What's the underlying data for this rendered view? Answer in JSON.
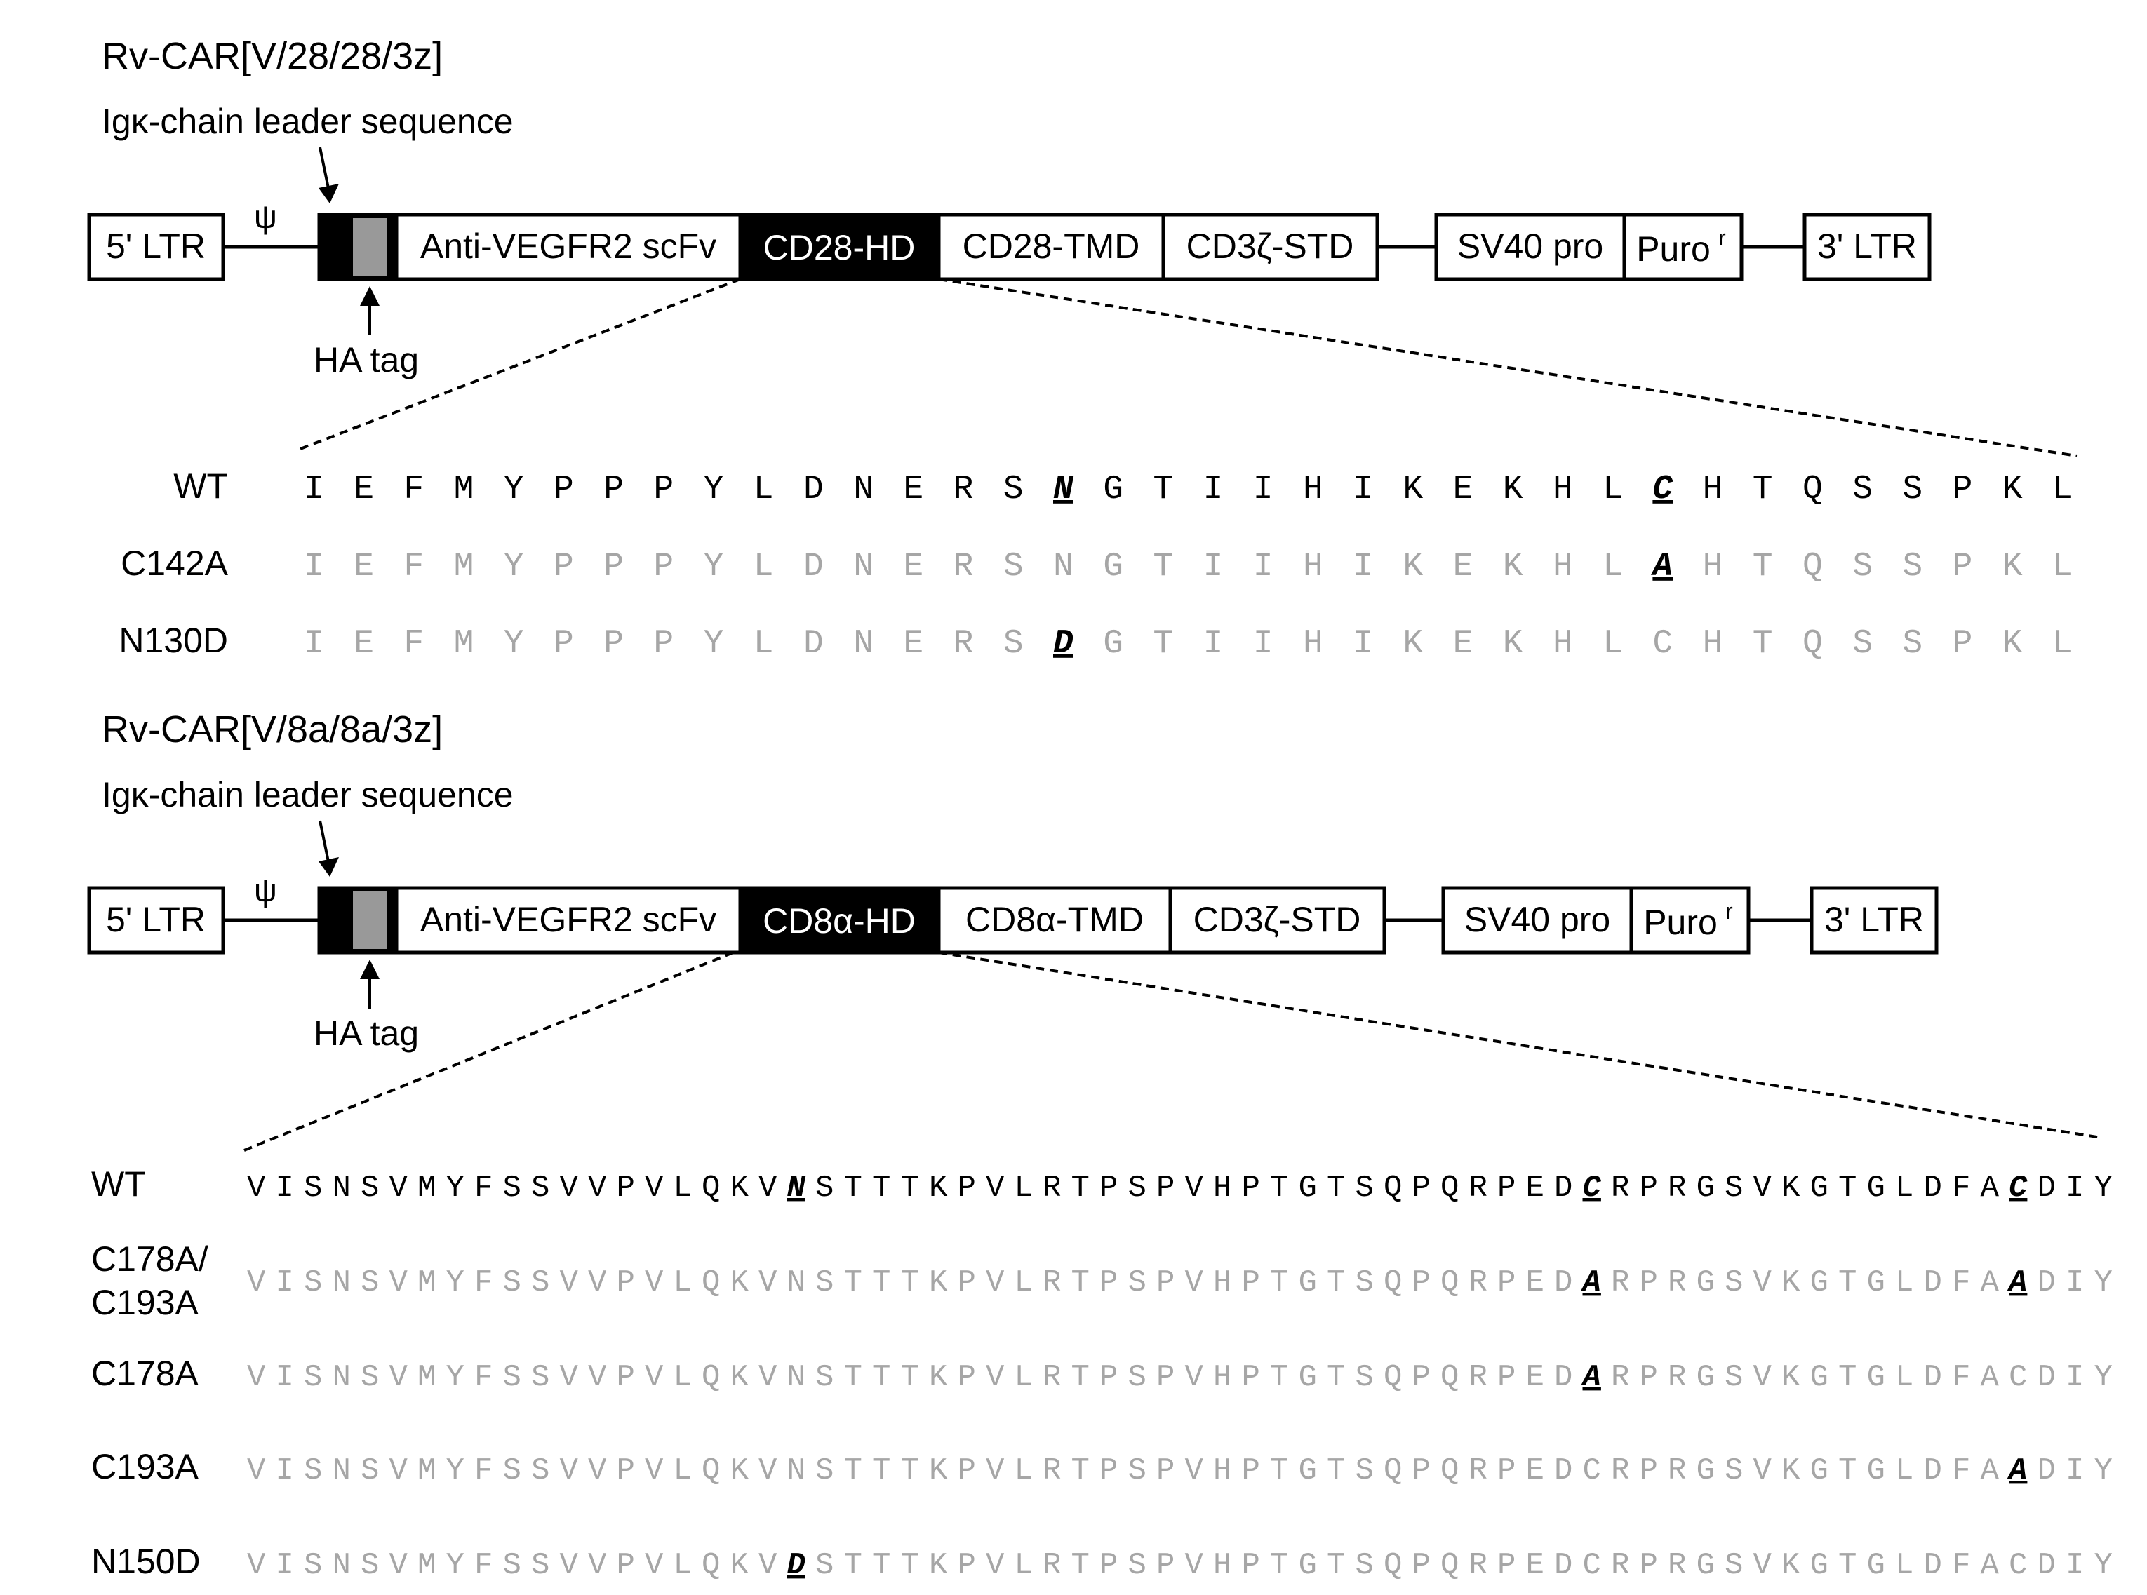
{
  "constructs": [
    {
      "title": "Rv-CAR[V/28/28/3z]",
      "leader_label": "Igκ-chain leader sequence",
      "psi": "ψ",
      "ha_label": "HA tag",
      "boxes": {
        "ltr5": "5' LTR",
        "scfv": "Anti-VEGFR2 scFv",
        "hinge": "CD28-HD",
        "tmd": "CD28-TMD",
        "std": "CD3ζ-STD",
        "sv40": "SV40 pro",
        "puro": "Puro",
        "puro_sup": "r",
        "ltr3": "3' LTR"
      },
      "sequences": [
        {
          "label": "WT",
          "residues": "IEFMYPPPYLDNERSNGTIIHIKEKHLCHTQSSPKL",
          "highlights": [
            15,
            27
          ],
          "style": "wt"
        },
        {
          "label": "C142A",
          "residues": "IEFMYPPPYLDNERSNGTIIHIKEKHLAHTQSSPKL",
          "highlights": [
            27
          ],
          "style": "mut"
        },
        {
          "label": "N130D",
          "residues": "IEFMYPPPYLDNERSDGTIIHIKEKHLCHTQSSPKL",
          "highlights": [
            15
          ],
          "style": "mut"
        }
      ]
    },
    {
      "title": "Rv-CAR[V/8a/8a/3z]",
      "leader_label": "Igκ-chain leader sequence",
      "psi": "ψ",
      "ha_label": "HA tag",
      "boxes": {
        "ltr5": "5' LTR",
        "scfv": "Anti-VEGFR2 scFv",
        "hinge": "CD8α-HD",
        "tmd": "CD8α-TMD",
        "std": "CD3ζ-STD",
        "sv40": "SV40 pro",
        "puro": "Puro",
        "puro_sup": "r",
        "ltr3": "3' LTR"
      },
      "sequences": [
        {
          "label": "WT",
          "residues": "VISNSVMYFSSVVPVLQKVNSTTTKPVLRTPSPVHPTGTSQPQRPEDCRPRGSVKGTGLDFACDIY",
          "highlights": [
            19,
            47,
            62
          ],
          "style": "wt"
        },
        {
          "label": "C178A/\nC193A",
          "residues": "VISNSVMYFSSVVPVLQKVNSTTTKPVLRTPSPVHPTGTSQPQRPEDARPRGSVKGTGLDFAADIY",
          "highlights": [
            47,
            62
          ],
          "style": "mut"
        },
        {
          "label": "C178A",
          "residues": "VISNSVMYFSSVVPVLQKVNSTTTKPVLRTPSPVHPTGTSQPQRPEDARPRGSVKGTGLDFACDIY",
          "highlights": [
            47
          ],
          "style": "mut"
        },
        {
          "label": "C193A",
          "residues": "VISNSVMYFSSVVPVLQKVNSTTTKPVLRTPSPVHPTGTSQPQRPEDCRPRGSVKGTGLDFAADIY",
          "highlights": [
            62
          ],
          "style": "mut"
        },
        {
          "label": "N150D",
          "residues": "VISNSVMYFSSVVPVLQKVDSTTTKPVLRTPSPVHPTGTSQPQRPEDCRPRGSVKGTGLDFACDIY",
          "highlights": [
            19
          ],
          "style": "mut"
        }
      ]
    }
  ]
}
